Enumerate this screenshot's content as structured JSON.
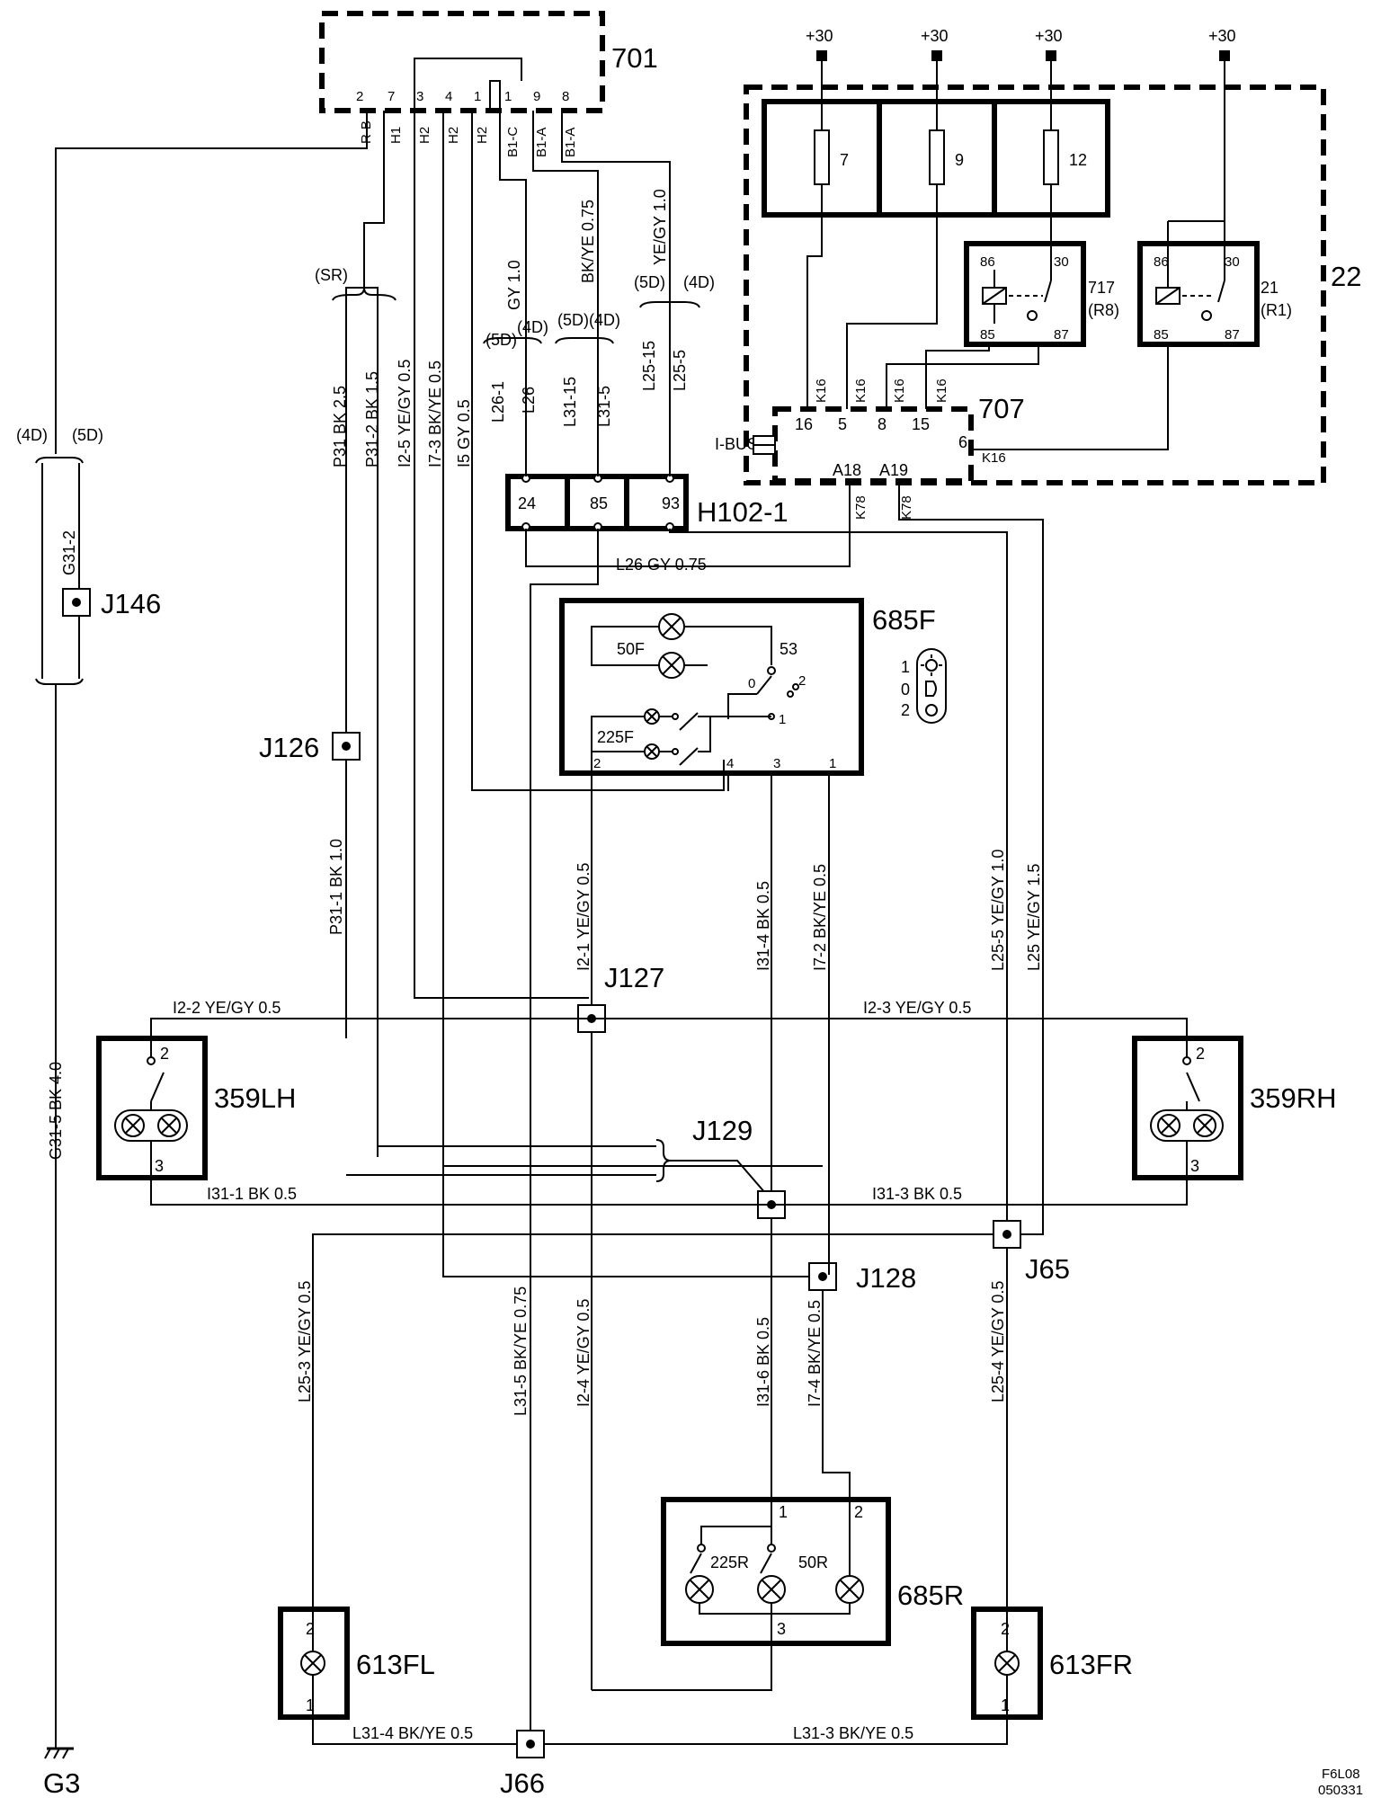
{
  "components": {
    "c701": "701",
    "c22": "22",
    "c707": "707",
    "c717": "717",
    "c717b": "(R8)",
    "c21": "21",
    "c21b": "(R1)",
    "h102": "H102-1",
    "c685f": "685F",
    "c685r": "685R",
    "c359lh": "359LH",
    "c359rh": "359RH",
    "c613fl": "613FL",
    "c613fr": "613FR",
    "g3": "G3"
  },
  "junctions": {
    "j146": "J146",
    "j126": "J126",
    "j127": "J127",
    "j129": "J129",
    "j128": "J128",
    "j65": "J65",
    "j66": "J66"
  },
  "supply": "+30",
  "fuses": [
    "7",
    "9",
    "12"
  ],
  "relay_pins": {
    "p86": "86",
    "p30": "30",
    "p85": "85",
    "p87": "87"
  },
  "c701_pins": [
    "2",
    "7",
    "3",
    "4",
    "1",
    "1",
    "9",
    "8"
  ],
  "c701_pin_names": [
    "R-B",
    "H1",
    "H2",
    "H2",
    "H2",
    "B1-C",
    "B1-A",
    "B1-A"
  ],
  "c707_pins": [
    "16",
    "5",
    "8",
    "15",
    "6",
    "A18",
    "A19"
  ],
  "c707_k16": "K16",
  "c707_k78": "K78",
  "ibus": "I-BUS",
  "h102_pins": [
    "24",
    "85",
    "93"
  ],
  "variants": {
    "sr": "(SR)",
    "v4d": "(4D)",
    "v5d": "(5D)"
  },
  "wires": {
    "p31": "P31 BK 2.5",
    "p312": "P31-2 BK 1.5",
    "i25": "I2-5 YE/GY 0.5",
    "i73": "I7-3 BK/YE 0.5",
    "i5": "I5 GY 0.5",
    "gy10": "GY 1.0",
    "bkye075": "BK/YE 0.75",
    "yegy10": "YE/GY 1.0",
    "l261": "L26-1",
    "l26": "L26",
    "l3115": "L31-15",
    "l315": "L31-5",
    "l2515": "L25-15",
    "l255": "L25-5",
    "l26gy": "L26 GY 0.75",
    "g312": "G31-2",
    "g315": "G31-5 BK 4.0",
    "p311": "P31-1 BK 1.0",
    "i21": "I2-1 YE/GY 0.5",
    "i314": "I31-4 BK 0.5",
    "i72": "I7-2 BK/YE 0.5",
    "l255y": "L25-5 YE/GY 1.0",
    "l25": "L25 YE/GY 1.5",
    "i22": "I2-2 YE/GY 0.5",
    "i23": "I2-3 YE/GY 0.5",
    "i311": "I31-1 BK 0.5",
    "i313": "I31-3 BK 0.5",
    "l253": "L25-3 YE/GY 0.5",
    "l315b": "L31-5 BK/YE 0.75",
    "i24": "I2-4 YE/GY 0.5",
    "i316": "I31-6 BK 0.5",
    "i74": "I7-4 BK/YE 0.5",
    "l254": "L25-4 YE/GY 0.5",
    "l314": "L31-4 BK/YE 0.5",
    "l313": "L31-3 BK/YE 0.5"
  },
  "lamps": {
    "f50": "50F",
    "f225": "225F",
    "r225": "225R",
    "r50": "50R"
  },
  "switch_685f": {
    "term53": "53",
    "pos0": "0",
    "pos1": "1",
    "pos2": "2",
    "pins": [
      "2",
      "4",
      "3",
      "1"
    ],
    "legend": [
      "1",
      "0",
      "2"
    ]
  },
  "pins_685r": [
    "1",
    "2",
    "3"
  ],
  "pins_359": [
    "2",
    "3"
  ],
  "pins_613": [
    "2",
    "1"
  ],
  "footer": {
    "code": "F6L08",
    "date": "050331"
  }
}
